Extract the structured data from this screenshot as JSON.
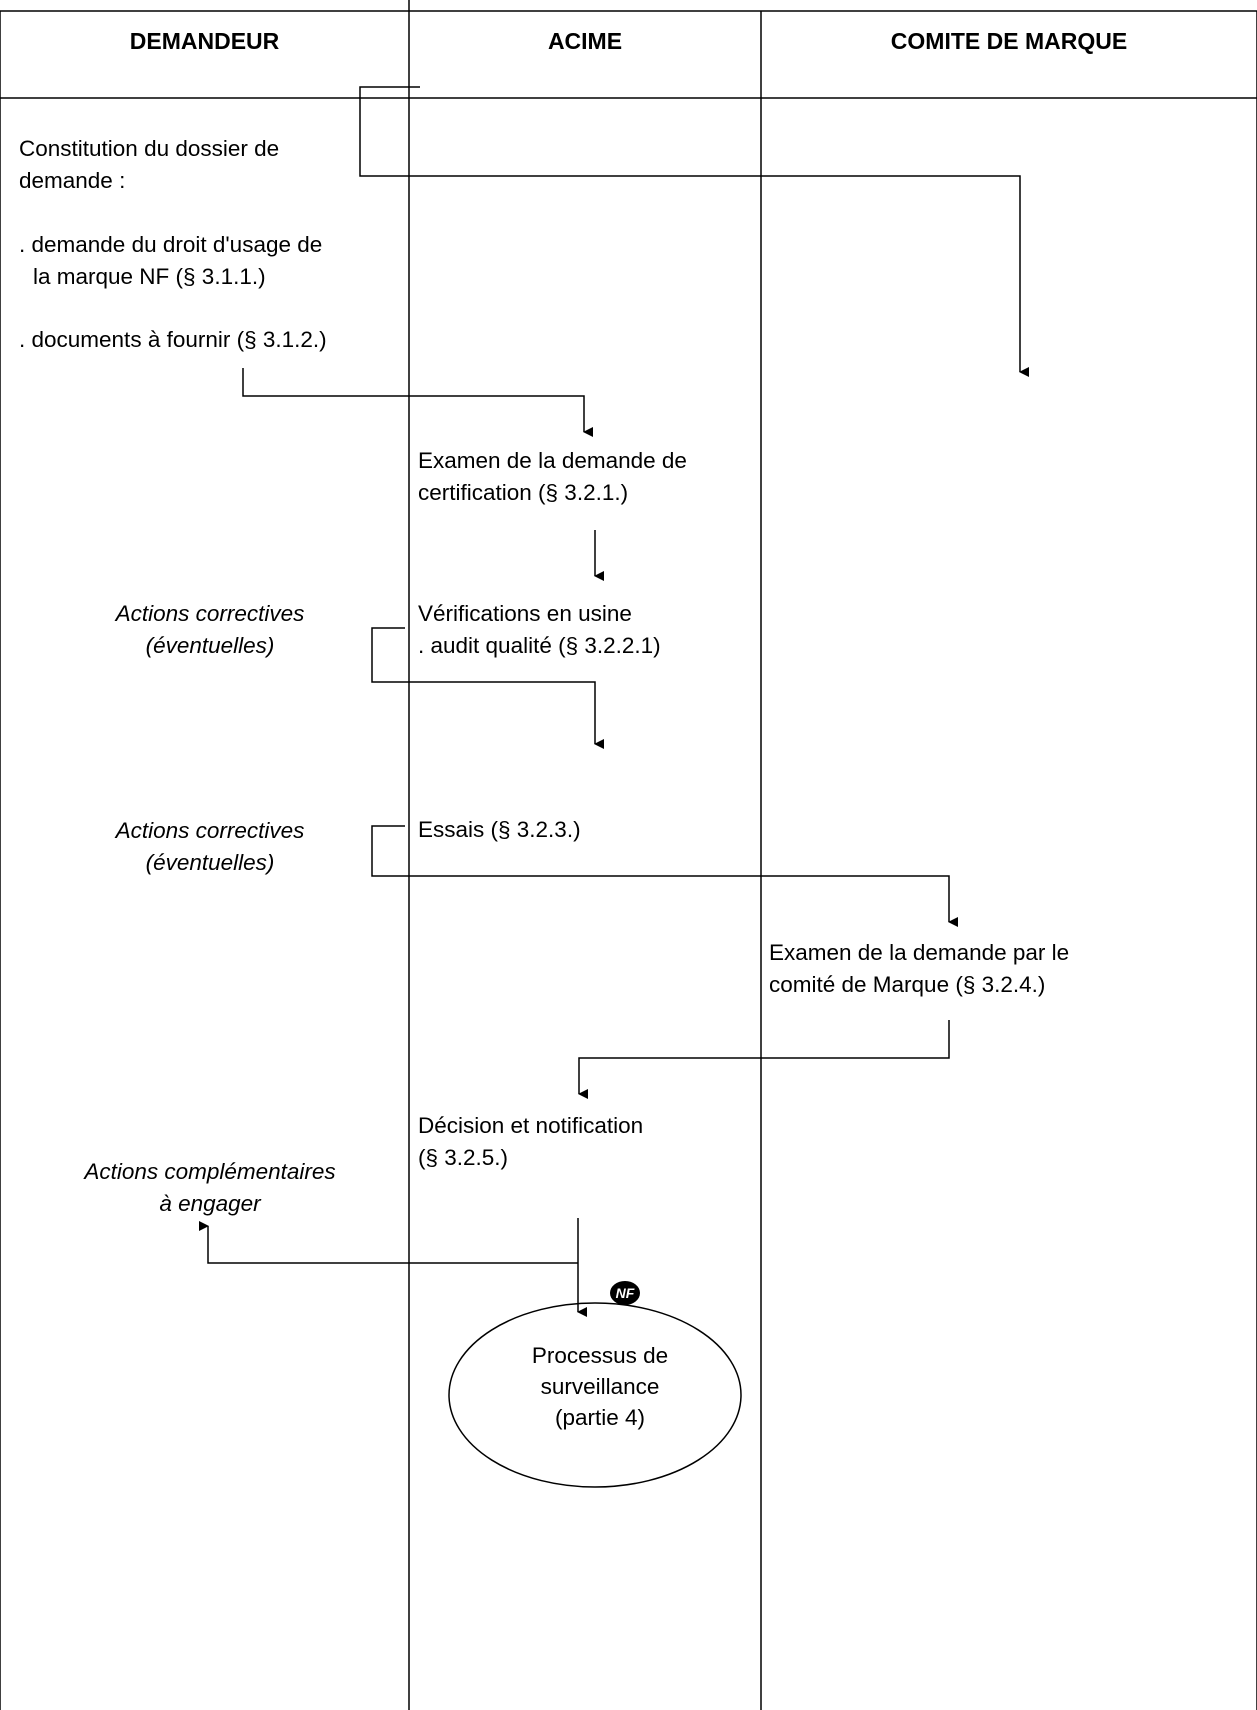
{
  "columns": {
    "demandeur": "DEMANDEUR",
    "acime": "ACIME",
    "comite": "COMITE DE MARQUE"
  },
  "steps": {
    "constitution_line1": "Constitution du dossier de",
    "constitution_line2": "demande :",
    "item1_line1": ". demande du droit d'usage de",
    "item1_line2": "la marque NF (§ 3.1.1.)",
    "item2": ". documents à fournir (§ 3.1.2.)",
    "examen_line1": "Examen de la demande de",
    "examen_line2": "certification (§ 3.2.1.)",
    "verif_line1": "Vérifications en usine",
    "verif_line2": ". audit qualité (§ 3.2.2.1)",
    "actions1_line1": "Actions correctives",
    "actions1_line2": "(éventuelles)",
    "essais": "Essais (§ 3.2.3.)",
    "actions2_line1": "Actions correctives",
    "actions2_line2": "(éventuelles)",
    "comite_line1": "Examen de la demande par le",
    "comite_line2": "comité de Marque (§ 3.2.4.)",
    "decision_line1": "Décision et notification",
    "decision_line2": "(§ 3.2.5.)",
    "complementaires_line1": "Actions complémentaires",
    "complementaires_line2": "à engager",
    "process_line1": "Processus de",
    "process_line2": "surveillance",
    "process_line3": "(partie 4)"
  },
  "logo": {
    "text": "NF",
    "icon": "nf-mark-icon"
  }
}
